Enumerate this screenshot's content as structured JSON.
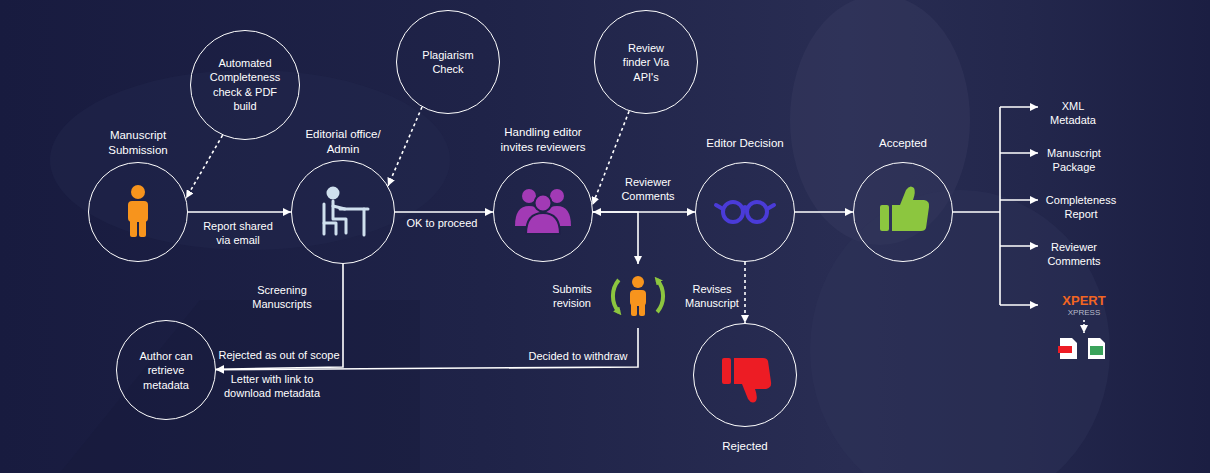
{
  "diagram": {
    "nodes": [
      {
        "text": [
          "Automated Completeness check & PDF build"
        ]
      },
      {
        "text": [
          "Plagiarism Check"
        ]
      },
      {
        "text": [
          "Review finder Via API's"
        ]
      },
      {
        "text": [
          "Manuscript Submission"
        ]
      },
      {
        "text": [
          "Editorial office/ Admin"
        ]
      },
      {
        "text": [
          "Handling editor invites reviewers"
        ]
      },
      {
        "text": [
          "Editor Decision"
        ]
      },
      {
        "text": [
          "Accepted"
        ]
      },
      {
        "text": [
          "Submits revision",
          "Revises Manuscript"
        ]
      },
      {
        "text": [
          "Rejected"
        ]
      },
      {
        "text": [
          "Author can retrieve metadata"
        ]
      }
    ],
    "edges": [
      {
        "from": 3,
        "to": 4,
        "label": "Report shared via email",
        "arrow": "to"
      },
      {
        "from": 4,
        "to": 5,
        "label": "OK to proceed",
        "arrow": "to"
      },
      {
        "from": 5,
        "to": 6,
        "label": "Reviewer Comments",
        "arrow": "to"
      },
      {
        "from": 6,
        "to": 7,
        "arrow": "to"
      },
      {
        "from": 0,
        "to": 3,
        "arrow": "to"
      },
      {
        "from": 1,
        "to": 4,
        "arrow": "to"
      },
      {
        "from": 2,
        "to": 5,
        "arrow": "to"
      },
      {
        "from": 5,
        "to": 8,
        "arrow": "both"
      },
      {
        "from": 6,
        "to": 9,
        "arrow": "to"
      },
      {
        "from": 8,
        "to": 10,
        "label": "Decided to withdraw",
        "arrow": "to"
      },
      {
        "from": 4,
        "to": 10,
        "label": "Rejected as out of scope",
        "arrow": "to"
      }
    ],
    "labels": [
      "Screening Manuscripts",
      "Letter with link to download metadata",
      "XML Metadata",
      "Manuscript Package",
      "Completeness Report",
      "Reviewer Comments",
      "XPERT",
      "XPRESS"
    ]
  }
}
